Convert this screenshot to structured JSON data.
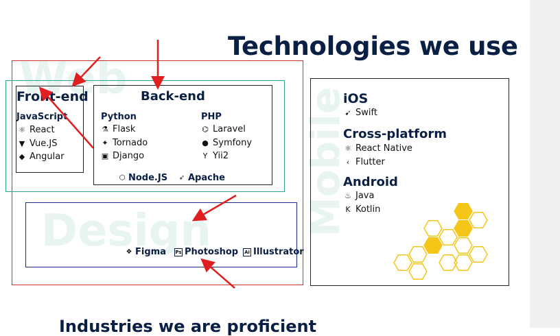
{
  "heading": "Technologies we use",
  "watermarks": {
    "web": "Web",
    "design": "Design",
    "mobile": "Mobile"
  },
  "frontend": {
    "title": "Front-end",
    "group": "JavaScript",
    "items": [
      {
        "label": "React",
        "icon": "react-icon"
      },
      {
        "label": "Vue.JS",
        "icon": "vue-icon"
      },
      {
        "label": "Angular",
        "icon": "angular-icon"
      }
    ]
  },
  "backend": {
    "title": "Back-end",
    "python": {
      "title": "Python",
      "items": [
        {
          "label": "Flask",
          "icon": "flask-icon"
        },
        {
          "label": "Tornado",
          "icon": "tornado-icon"
        },
        {
          "label": "Django",
          "icon": "django-icon"
        }
      ]
    },
    "php": {
      "title": "PHP",
      "items": [
        {
          "label": "Laravel",
          "icon": "laravel-icon"
        },
        {
          "label": "Symfony",
          "icon": "symfony-icon"
        },
        {
          "label": "Yii2",
          "icon": "yii-icon"
        }
      ]
    },
    "extras": [
      {
        "label": "Node.JS",
        "icon": "nodejs-icon"
      },
      {
        "label": "Apache",
        "icon": "apache-icon"
      }
    ]
  },
  "design": {
    "tools": [
      {
        "label": "Figma",
        "icon": "figma-icon"
      },
      {
        "label": "Photoshop",
        "icon": "photoshop-icon"
      },
      {
        "label": "Illustrator",
        "icon": "illustrator-icon"
      }
    ]
  },
  "mobile": {
    "ios": {
      "title": "iOS",
      "items": [
        {
          "label": "Swift",
          "icon": "swift-icon"
        }
      ]
    },
    "cross": {
      "title": "Cross-platform",
      "items": [
        {
          "label": "React Native",
          "icon": "react-icon"
        },
        {
          "label": "Flutter",
          "icon": "flutter-icon"
        }
      ]
    },
    "android": {
      "title": "Android",
      "items": [
        {
          "label": "Java",
          "icon": "java-icon"
        },
        {
          "label": "Kotlin",
          "icon": "kotlin-icon"
        }
      ]
    }
  },
  "bottom_heading": "Industries we are proficient",
  "colors": {
    "annotation": "#e02020",
    "navy": "#0a1f44",
    "honeycomb": "#f5c518"
  }
}
